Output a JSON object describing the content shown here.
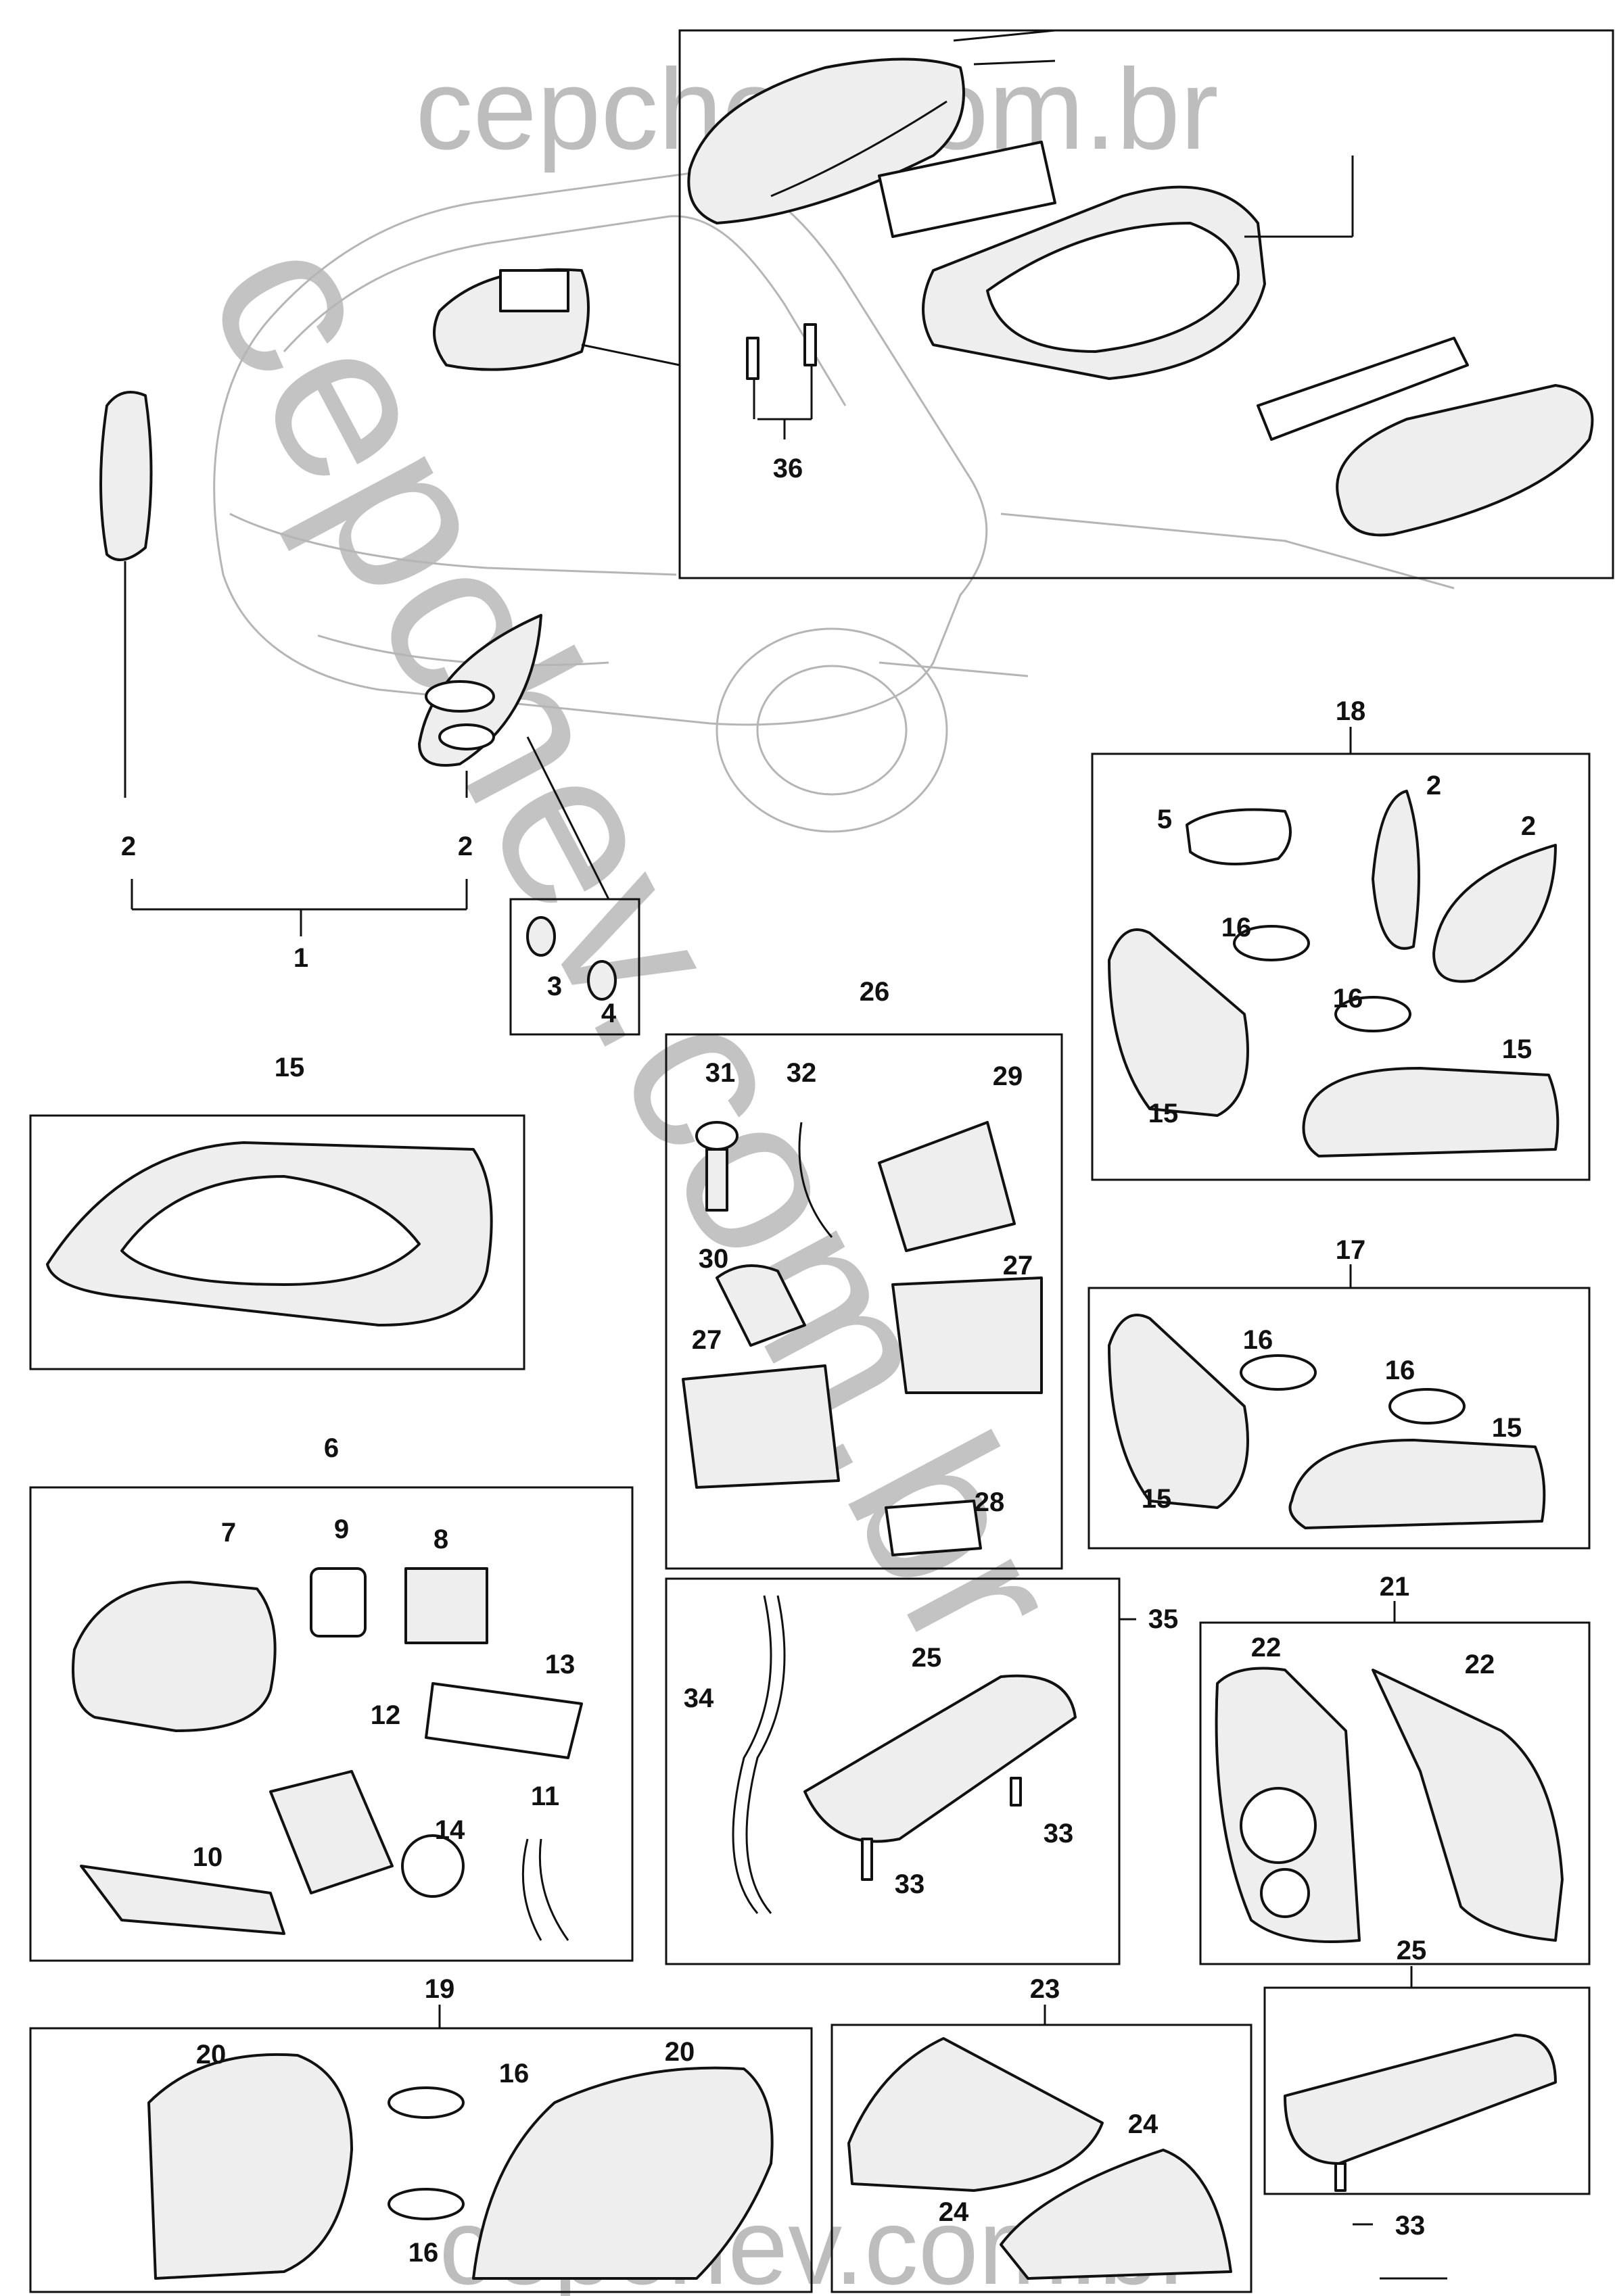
{
  "watermarks": {
    "top": "cepchev.com.br",
    "bottom": "cepchev.com.br",
    "diagonal": "cepchev.com.br"
  },
  "callouts": [
    {
      "id": "c36",
      "text": "36"
    },
    {
      "id": "c2a",
      "text": "2"
    },
    {
      "id": "c2b",
      "text": "2"
    },
    {
      "id": "c1",
      "text": "1"
    },
    {
      "id": "c3",
      "text": "3"
    },
    {
      "id": "c4",
      "text": "4"
    },
    {
      "id": "c18",
      "text": "18"
    },
    {
      "id": "c5",
      "text": "5"
    },
    {
      "id": "c2c",
      "text": "2"
    },
    {
      "id": "c2d",
      "text": "2"
    },
    {
      "id": "c16a",
      "text": "16"
    },
    {
      "id": "c16b",
      "text": "16"
    },
    {
      "id": "c15a",
      "text": "15"
    },
    {
      "id": "c15b",
      "text": "15"
    },
    {
      "id": "c15c",
      "text": "15"
    },
    {
      "id": "c26",
      "text": "26"
    },
    {
      "id": "c31",
      "text": "31"
    },
    {
      "id": "c32",
      "text": "32"
    },
    {
      "id": "c29",
      "text": "29"
    },
    {
      "id": "c30",
      "text": "30"
    },
    {
      "id": "c27a",
      "text": "27"
    },
    {
      "id": "c27b",
      "text": "27"
    },
    {
      "id": "c28",
      "text": "28"
    },
    {
      "id": "c17",
      "text": "17"
    },
    {
      "id": "c16c",
      "text": "16"
    },
    {
      "id": "c16d",
      "text": "16"
    },
    {
      "id": "c15d",
      "text": "15"
    },
    {
      "id": "c15e",
      "text": "15"
    },
    {
      "id": "c6",
      "text": "6"
    },
    {
      "id": "c7",
      "text": "7"
    },
    {
      "id": "c9",
      "text": "9"
    },
    {
      "id": "c8",
      "text": "8"
    },
    {
      "id": "c13",
      "text": "13"
    },
    {
      "id": "c12",
      "text": "12"
    },
    {
      "id": "c11",
      "text": "11"
    },
    {
      "id": "c14",
      "text": "14"
    },
    {
      "id": "c10",
      "text": "10"
    },
    {
      "id": "c35",
      "text": "35"
    },
    {
      "id": "c34",
      "text": "34"
    },
    {
      "id": "c25a",
      "text": "25"
    },
    {
      "id": "c33a",
      "text": "33"
    },
    {
      "id": "c33b",
      "text": "33"
    },
    {
      "id": "c21",
      "text": "21"
    },
    {
      "id": "c22a",
      "text": "22"
    },
    {
      "id": "c22b",
      "text": "22"
    },
    {
      "id": "c19",
      "text": "19"
    },
    {
      "id": "c20a",
      "text": "20"
    },
    {
      "id": "c20b",
      "text": "20"
    },
    {
      "id": "c16e",
      "text": "16"
    },
    {
      "id": "c16f",
      "text": "16"
    },
    {
      "id": "c23",
      "text": "23"
    },
    {
      "id": "c24a",
      "text": "24"
    },
    {
      "id": "c24b",
      "text": "24"
    },
    {
      "id": "c25b",
      "text": "25"
    },
    {
      "id": "c33c",
      "text": "33"
    }
  ]
}
